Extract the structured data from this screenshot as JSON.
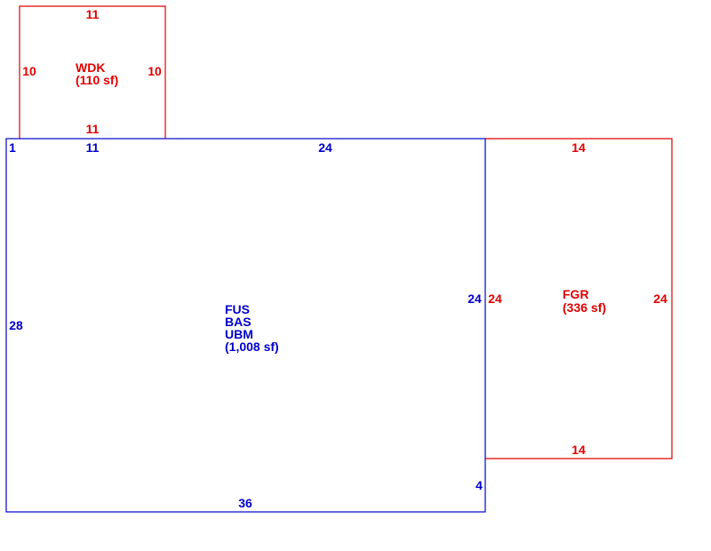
{
  "colors": {
    "main": "#0000cc",
    "aux": "#e00000"
  },
  "areas": [
    {
      "id": "wdk",
      "color": "aux",
      "label_lines": [
        "WDK",
        "(110 sf)"
      ],
      "dimensions": {
        "top": "11",
        "bottom": "11",
        "left": "10",
        "right": "10"
      }
    },
    {
      "id": "main",
      "color": "main",
      "label_lines": [
        "FUS",
        "BAS",
        "UBM",
        "(1,008 sf)"
      ],
      "dimensions": {
        "top_left_offset": "1",
        "top_a": "11",
        "top_b": "24",
        "left": "28",
        "right": "24",
        "right_lower": "4",
        "bottom": "36"
      }
    },
    {
      "id": "fgr",
      "color": "aux",
      "label_lines": [
        "FGR",
        "(336 sf)"
      ],
      "dimensions": {
        "top": "14",
        "bottom": "14",
        "left": "24",
        "right": "24"
      }
    }
  ]
}
